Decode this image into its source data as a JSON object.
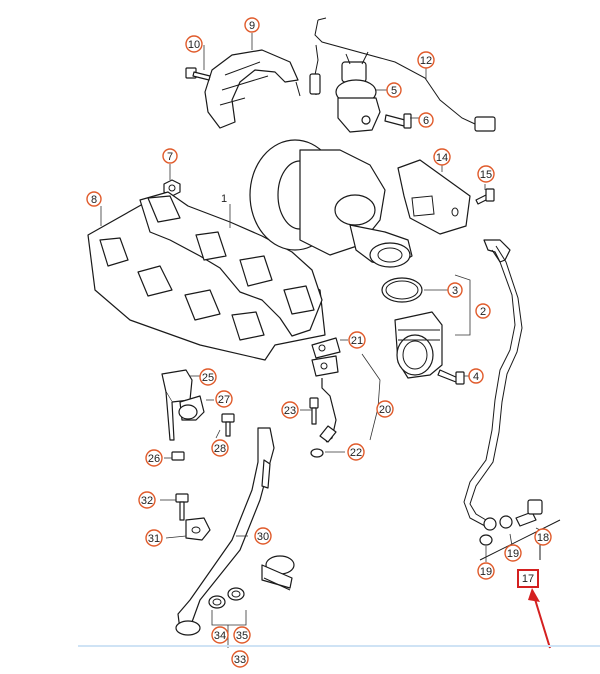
{
  "callouts": [
    {
      "id": "c1",
      "label": "1"
    },
    {
      "id": "c2",
      "label": "2"
    },
    {
      "id": "c3",
      "label": "3"
    },
    {
      "id": "c4",
      "label": "4"
    },
    {
      "id": "c5",
      "label": "5"
    },
    {
      "id": "c6",
      "label": "6"
    },
    {
      "id": "c7",
      "label": "7"
    },
    {
      "id": "c8",
      "label": "8"
    },
    {
      "id": "c9",
      "label": "9"
    },
    {
      "id": "c10",
      "label": "10"
    },
    {
      "id": "c12",
      "label": "12"
    },
    {
      "id": "c14",
      "label": "14"
    },
    {
      "id": "c15",
      "label": "15"
    },
    {
      "id": "c17",
      "label": "17"
    },
    {
      "id": "c18",
      "label": "18"
    },
    {
      "id": "c19a",
      "label": "19"
    },
    {
      "id": "c19b",
      "label": "19"
    },
    {
      "id": "c20",
      "label": "20"
    },
    {
      "id": "c21",
      "label": "21"
    },
    {
      "id": "c22",
      "label": "22"
    },
    {
      "id": "c23",
      "label": "23"
    },
    {
      "id": "c25",
      "label": "25"
    },
    {
      "id": "c26",
      "label": "26"
    },
    {
      "id": "c27",
      "label": "27"
    },
    {
      "id": "c28",
      "label": "28"
    },
    {
      "id": "c30",
      "label": "30"
    },
    {
      "id": "c31",
      "label": "31"
    },
    {
      "id": "c32",
      "label": "32"
    },
    {
      "id": "c33",
      "label": "33"
    },
    {
      "id": "c34",
      "label": "34"
    },
    {
      "id": "c35",
      "label": "35"
    }
  ],
  "colors": {
    "callout_ring": "#e05a2a",
    "highlight_box": "#d42020",
    "arrow": "#d42020",
    "line": "#1a1a1a"
  }
}
